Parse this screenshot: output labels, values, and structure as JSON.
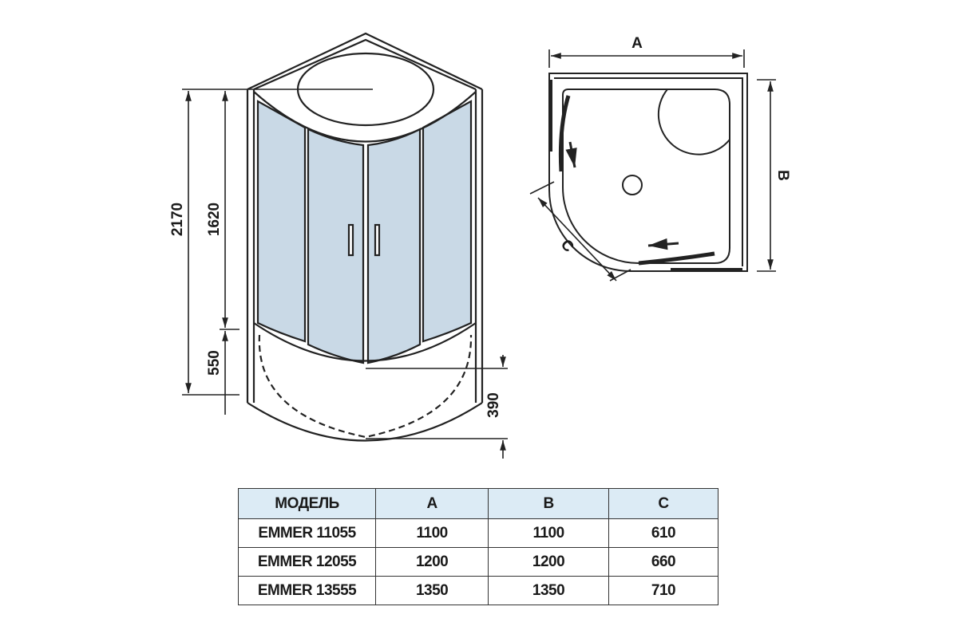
{
  "front_view": {
    "dimensions": {
      "total_height": "2170",
      "glass_height": "1620",
      "tray_height": "550",
      "tray_depth": "390"
    },
    "glass_color": "#c9d9e6"
  },
  "plan_view": {
    "labels": {
      "a": "A",
      "b": "B",
      "c": "C"
    }
  },
  "table": {
    "headers": [
      "МОДЕЛЬ",
      "A",
      "B",
      "C"
    ],
    "rows": [
      [
        "EMMER 11055",
        "1100",
        "1100",
        "610"
      ],
      [
        "EMMER 12055",
        "1200",
        "1200",
        "660"
      ],
      [
        "EMMER 13555",
        "1350",
        "1350",
        "710"
      ]
    ],
    "header_color": "#dcebf5"
  }
}
